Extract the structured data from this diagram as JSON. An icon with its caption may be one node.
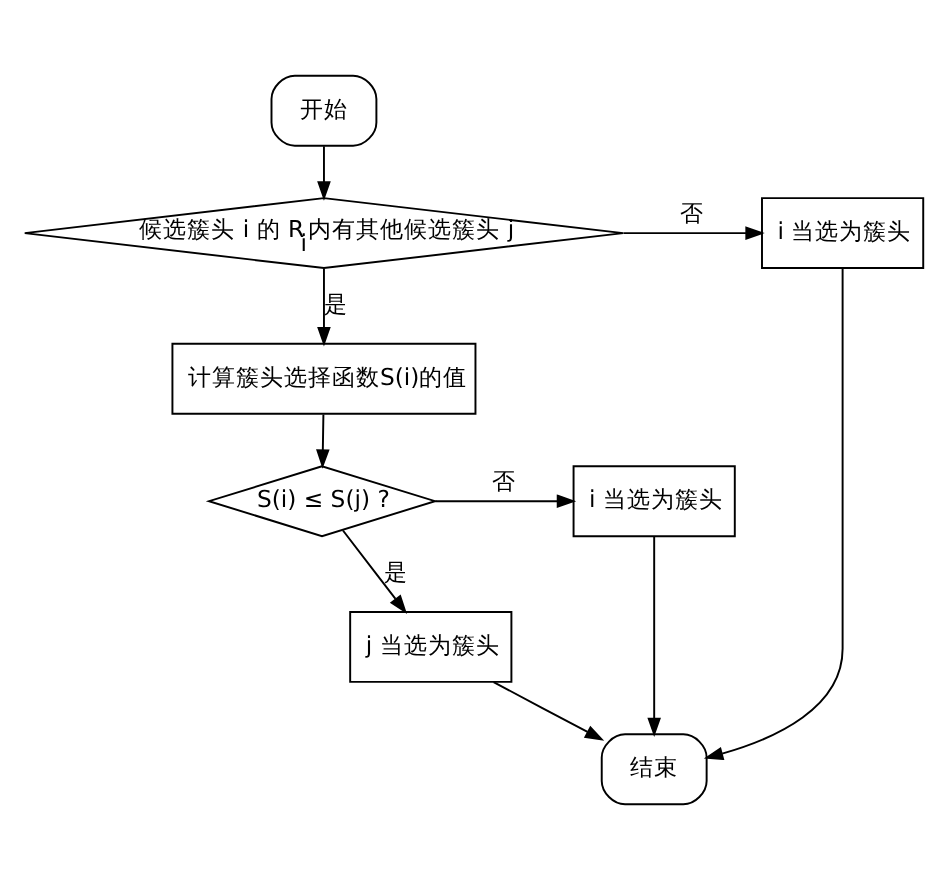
{
  "diagram": {
    "nodes": [
      {
        "text": [
          "开始"
        ]
      },
      {
        "text": [
          "候选簇头 i 的 R$_{i}$内有其他候选簇头 j"
        ]
      },
      {
        "text": [
          "i 当选为簇头"
        ]
      },
      {
        "text": [
          "计算簇头选择函数S(i)的值"
        ]
      },
      {
        "text": [
          "S(i) ≤ S(j) ?"
        ]
      },
      {
        "text": [
          "i 当选为簇头"
        ]
      },
      {
        "text": [
          "j 当选为簇头"
        ]
      },
      {
        "text": [
          "结束"
        ]
      }
    ],
    "edges": [
      {
        "from": 0,
        "to": 1,
        "arrow": "to"
      },
      {
        "from": 1,
        "to": 2,
        "arrow": "to",
        "label": "否"
      },
      {
        "from": 1,
        "to": 3,
        "arrow": "to",
        "label": "是"
      },
      {
        "from": 3,
        "to": 4,
        "arrow": "to"
      },
      {
        "from": 4,
        "to": 5,
        "arrow": "to",
        "label": "否"
      },
      {
        "from": 4,
        "to": 6,
        "arrow": "to",
        "label": "是"
      },
      {
        "from": 6,
        "to": 7,
        "arrow": "to"
      },
      {
        "from": 5,
        "to": 7,
        "arrow": "to"
      },
      {
        "from": 2,
        "to": 7,
        "arrow": "to"
      }
    ]
  }
}
